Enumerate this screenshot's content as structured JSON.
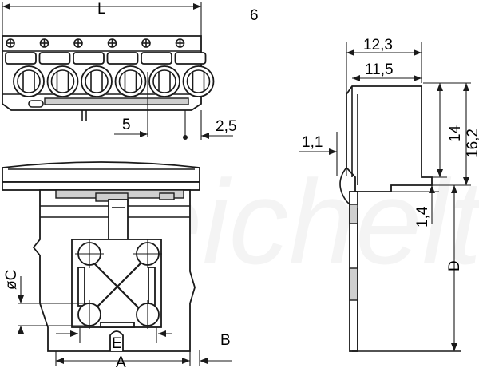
{
  "figure_number": "6",
  "watermark": "reichelt",
  "labels": {
    "L": "L",
    "pitch_5": "5",
    "offset_2_5": "2,5",
    "A": "A",
    "B": "B",
    "C": "øC",
    "D": "D",
    "E": "E",
    "dim_12_3": "12,3",
    "dim_11_5": "11,5",
    "dim_14": "14",
    "dim_16_2": "16,2",
    "dim_1_1": "1,1",
    "dim_1_4": "1,4"
  },
  "contact_count": 6
}
